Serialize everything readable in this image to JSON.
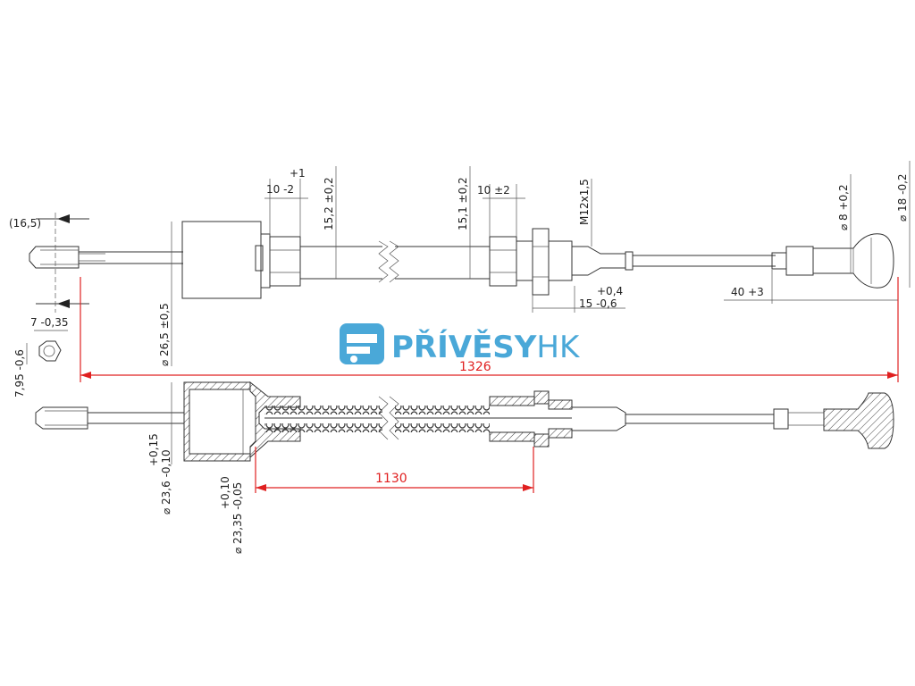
{
  "brand": {
    "name_part1": "PŘÍVĚSY",
    "name_part2": "HK",
    "color": "#4aa8d8"
  },
  "dimensions": {
    "d16_5": "(16,5)",
    "d7_035": "7 -0,35",
    "d7_95": "7,95 -0,6",
    "d1326": "1326",
    "d1130": "1130",
    "d26_5": "⌀ 26,5 ±0,5",
    "d23_6_tol": "+0,15",
    "d23_6": "⌀ 23,6 -0,10",
    "d23_35_tol": "+0,10",
    "d23_35": "⌀ 23,35 -0,05",
    "d10_top_tol": "+1",
    "d10_top": "10 -2",
    "d15_2": "15,2 ±0,2",
    "d15_1": "15,1 ±0,2",
    "d10_2": "10 ±2",
    "m12": "M12x1,5",
    "d04": "+0,4",
    "d15_06": "15 -0,6",
    "d40_3": "40 +3",
    "d8": "⌀ 8 +0,2",
    "d18": "⌀ 18 -0,2"
  },
  "colors": {
    "dimension_red": "#e02020",
    "line": "#333333"
  }
}
